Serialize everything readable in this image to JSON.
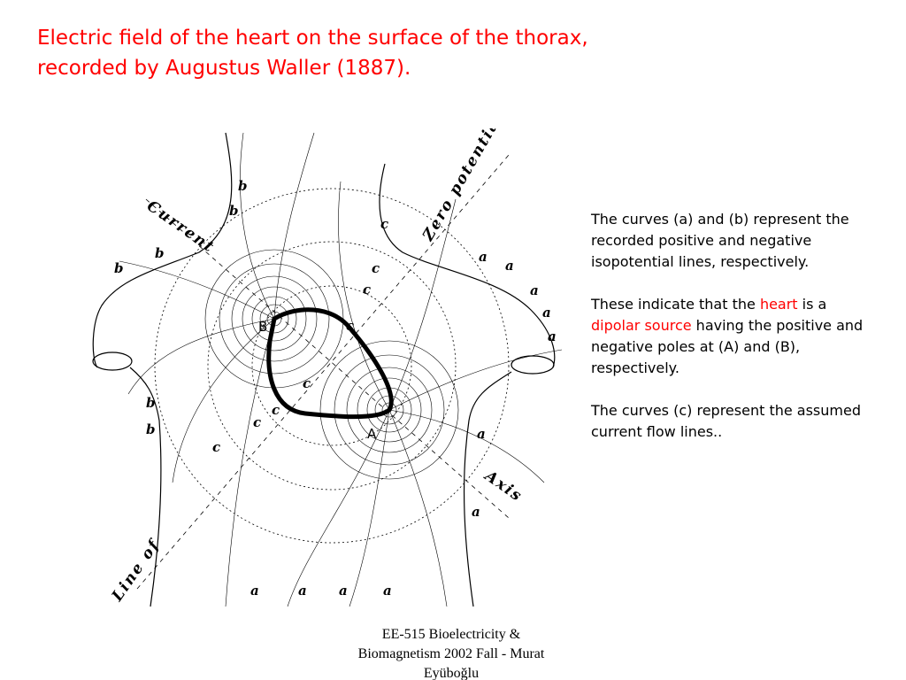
{
  "title": {
    "line1": "Electric field of the heart on the surface of the thorax,",
    "line2": "recorded by Augustus Waller (1887)."
  },
  "body": {
    "p1": "The curves (a) and (b) represent the recorded positive and negative isopotential lines, respectively.",
    "p2_before_heart": "These indicate that the ",
    "p2_heart": "heart",
    "p2_between": " is a ",
    "p2_dipolar": "dipolar source",
    "p2_after": " having the positive and negative poles at (A) and (B), respectively.",
    "p3": "The curves (c) represent the assumed current flow lines.."
  },
  "figure": {
    "label_zero_potential": "Zero potential",
    "label_current": "Current",
    "label_line_of": "Line of",
    "label_axis": "Axis",
    "pole_a": "A",
    "pole_b": "B",
    "curve_a": "a",
    "curve_b": "b",
    "curve_c": "c"
  },
  "footer": {
    "line1": "EE-515 Bioelectricity &",
    "line2": "Biomagnetism 2002 Fall - Murat",
    "line3": "Eyüboğlu"
  },
  "colors": {
    "title": "#ff0000",
    "highlight": "#ff0000",
    "text": "#000000"
  }
}
